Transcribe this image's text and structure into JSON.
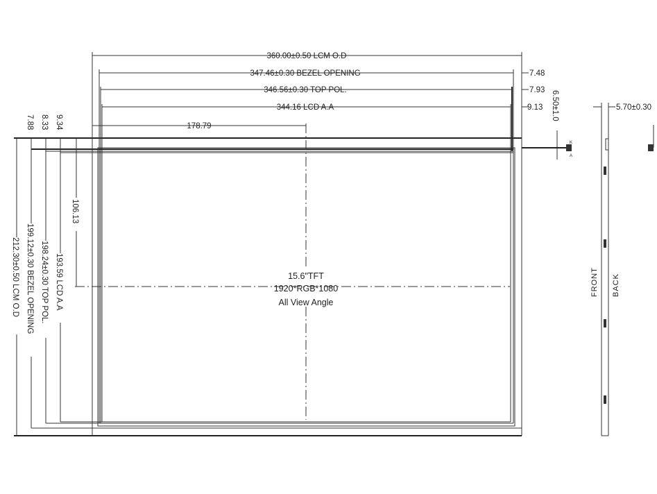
{
  "dimensions": {
    "top": {
      "lcm_od": "360.00±0.50 LCM O.D",
      "bezel_opening": "347.46±0.30 BEZEL OPENING",
      "top_pol": "346.56±0.30 TOP POL.",
      "lcd_aa": "344.16 LCD A.A",
      "center_offset": "178.79"
    },
    "right": {
      "bezel_margin": "7.48",
      "pol_margin": "7.93",
      "aa_margin": "9.13",
      "cable_offset": "6.50±1.0"
    },
    "left": {
      "bezel_margin": "7.88",
      "pol_margin": "8.33",
      "aa_margin": "9.34",
      "center_offset": "106.13",
      "lcd_aa": "193.59 LCD A.A",
      "top_pol": "198.24±0.30 TOP POL.",
      "bezel_opening": "199.12±0.30 BEZEL OPENING",
      "lcm_od": "212.30±0.50 LCM O.D"
    },
    "side": {
      "thickness": "5.70±0.30"
    }
  },
  "panel": {
    "size": "15.6\"TFT",
    "resolution": "1920*RGB*1080",
    "viewing": "All View Angle"
  },
  "connector": {
    "pin_k": "K",
    "pin_a": "A"
  },
  "side_view": {
    "front_label": "FRONT",
    "back_label": "BACK"
  }
}
